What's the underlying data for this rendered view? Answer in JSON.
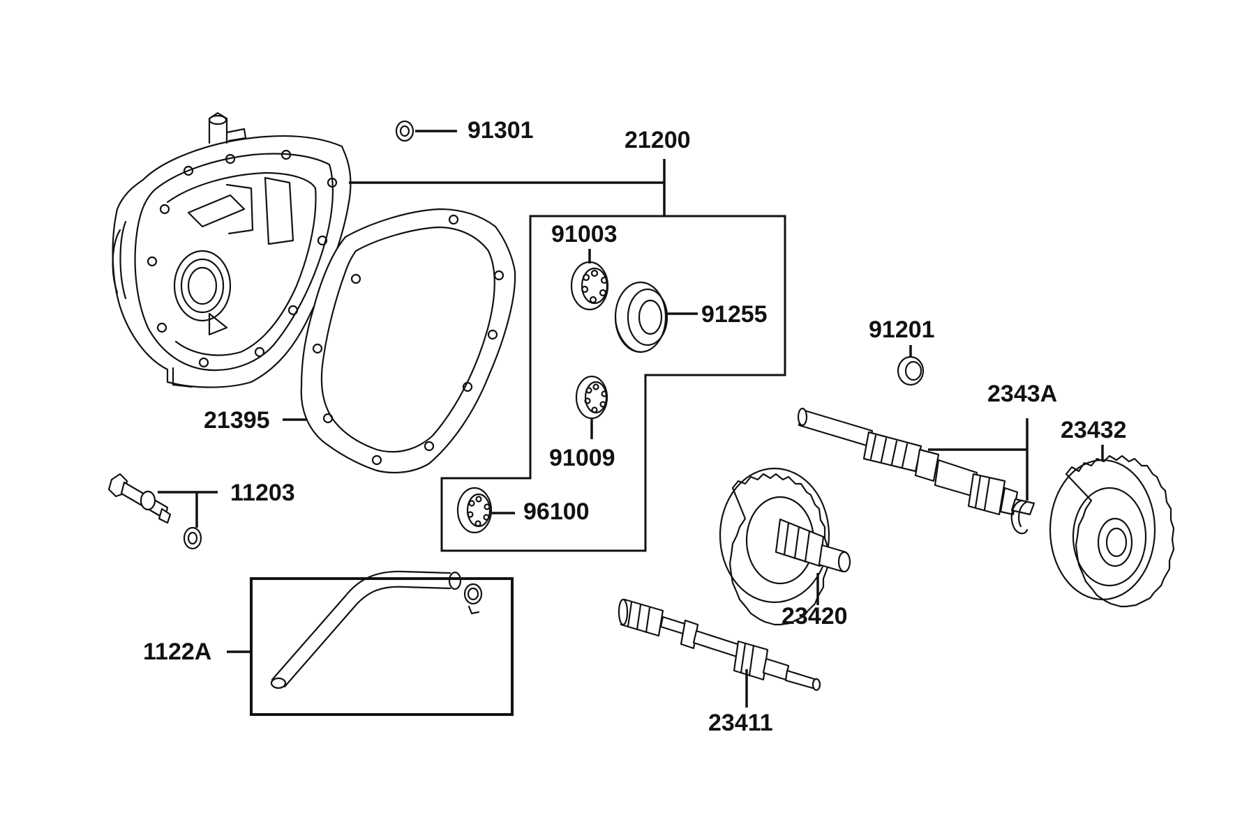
{
  "diagram": {
    "parts": [
      {
        "key": "p91301",
        "number": "91301"
      },
      {
        "key": "p21200",
        "number": "21200"
      },
      {
        "key": "p91003",
        "number": "91003"
      },
      {
        "key": "p91255",
        "number": "91255"
      },
      {
        "key": "p91009",
        "number": "91009"
      },
      {
        "key": "p96100",
        "number": "96100"
      },
      {
        "key": "p21395",
        "number": "21395"
      },
      {
        "key": "p11203",
        "number": "11203"
      },
      {
        "key": "p1122A",
        "number": "1122A"
      },
      {
        "key": "p91201",
        "number": "91201"
      },
      {
        "key": "p2343A",
        "number": "2343A"
      },
      {
        "key": "p23432",
        "number": "23432"
      },
      {
        "key": "p23420",
        "number": "23420"
      },
      {
        "key": "p23411",
        "number": "23411"
      }
    ]
  }
}
